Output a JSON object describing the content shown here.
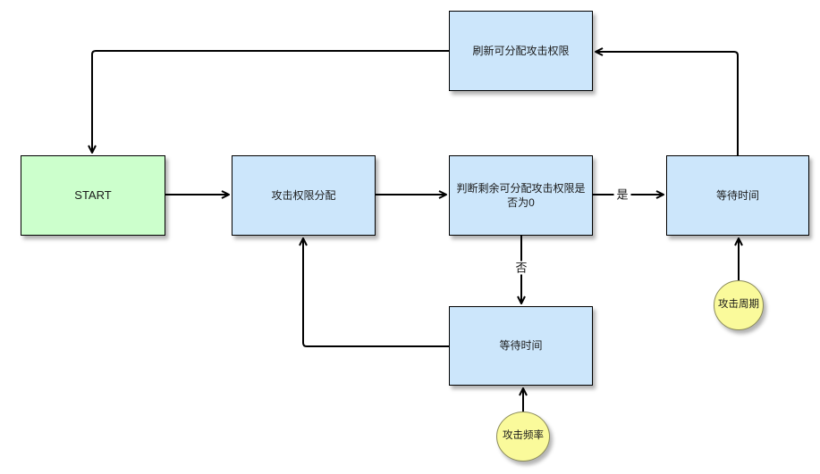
{
  "diagram": {
    "title": "attack-permission-allocation-flowchart",
    "nodes": {
      "refresh": {
        "label": "刷新可分配攻击权限"
      },
      "start": {
        "label": "START"
      },
      "allocate": {
        "label": "攻击权限分配"
      },
      "decision": {
        "label": "判断剩余可分配攻击权限是否为0"
      },
      "wait_right": {
        "label": "等待时间"
      },
      "wait_bottom": {
        "label": "等待时间"
      },
      "cycle": {
        "label": "攻击周期"
      },
      "frequency": {
        "label": "攻击频率"
      }
    },
    "edge_labels": {
      "yes": "是",
      "no": "否"
    },
    "colors": {
      "process_fill": "#cce6fb",
      "process_border": "#000000",
      "start_fill": "#ccffcc",
      "start_border": "#000000",
      "param_fill": "#fafa9b",
      "param_border": "#8b8b5a",
      "line": "#000000"
    }
  }
}
